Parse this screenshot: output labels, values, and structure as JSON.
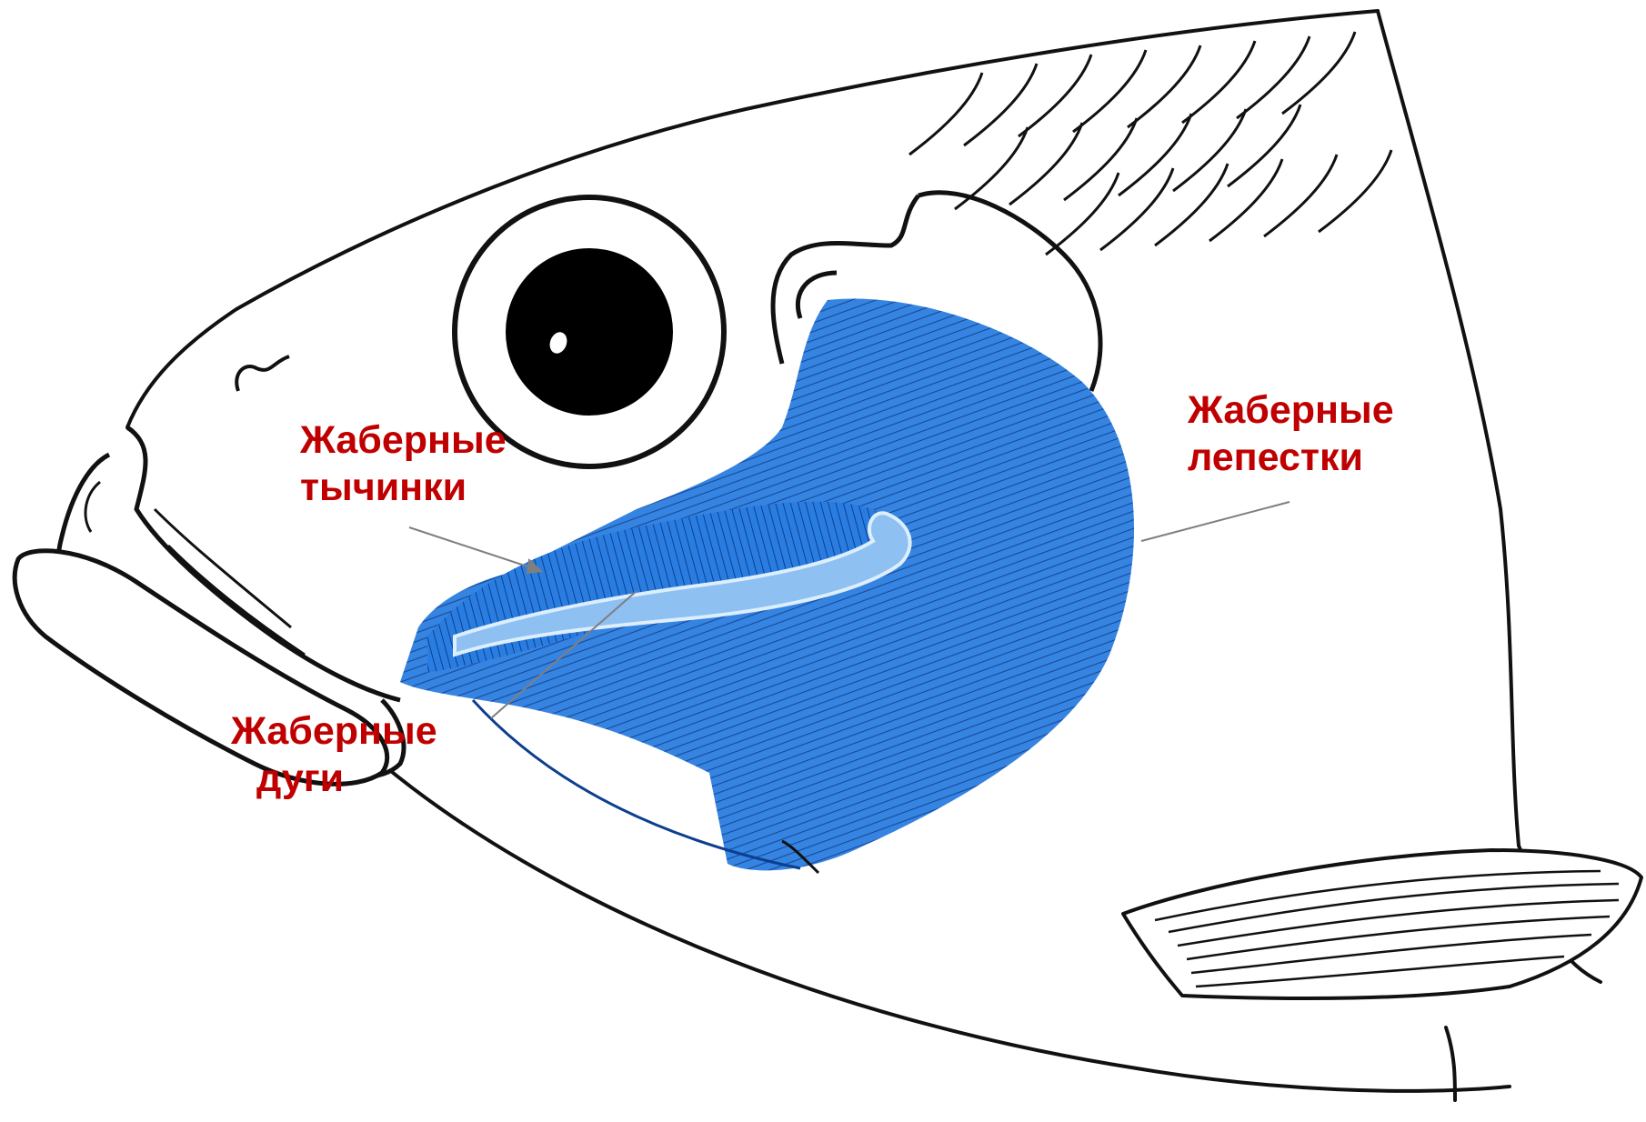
{
  "colors": {
    "label": "#c00000",
    "gill": "#1f6fd6",
    "gill_dark": "#114ea8",
    "outline": "#111111",
    "leader": "#7f7f7f"
  },
  "labels": {
    "gill_rakers": {
      "line1": "Жаберные",
      "line2": "тычинки"
    },
    "gill_arches": {
      "line1": "Жаберные",
      "line2": "дуги"
    },
    "gill_filaments": {
      "line1": "Жаберные",
      "line2": "лепестки"
    }
  }
}
